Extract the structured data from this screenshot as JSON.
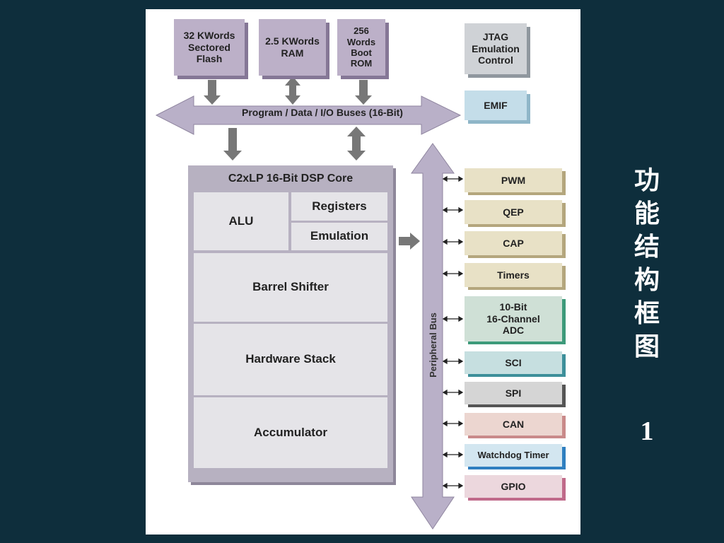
{
  "diagram": {
    "memory": {
      "flash": "32 KWords\nSectored\nFlash",
      "ram": "2.5 KWords\nRAM",
      "boot_rom": "256\nWords\nBoot\nROM"
    },
    "jtag": "JTAG\nEmulation\nControl",
    "emif": "EMIF",
    "bus_label": "Program / Data / I/O Buses (16-Bit)",
    "core": {
      "title": "C2xLP 16-Bit DSP Core",
      "alu": "ALU",
      "registers": "Registers",
      "emulation": "Emulation",
      "barrel_shifter": "Barrel Shifter",
      "hardware_stack": "Hardware Stack",
      "accumulator": "Accumulator"
    },
    "peripheral_bus": "Peripheral Bus",
    "peripherals": [
      "PWM",
      "QEP",
      "CAP",
      "Timers",
      "10-Bit\n16-Channel\nADC",
      "SCI",
      "SPI",
      "CAN",
      "Watchdog Timer",
      "GPIO"
    ],
    "peripheral_accents": [
      "#c9b97a",
      "#c9b97a",
      "#c9b97a",
      "#c9b97a",
      "#3d9a7a",
      "#3d8f9a",
      "#555555",
      "#c98a8a",
      "#2f7fc0",
      "#c06a8a"
    ]
  },
  "slide": {
    "title_chars": [
      "功",
      "能",
      "结",
      "构",
      "框",
      "图"
    ],
    "number": "1"
  },
  "colors": {
    "background": "#0e2e3c",
    "panel": "#ffffff",
    "arrow": "#b9b0c8"
  }
}
